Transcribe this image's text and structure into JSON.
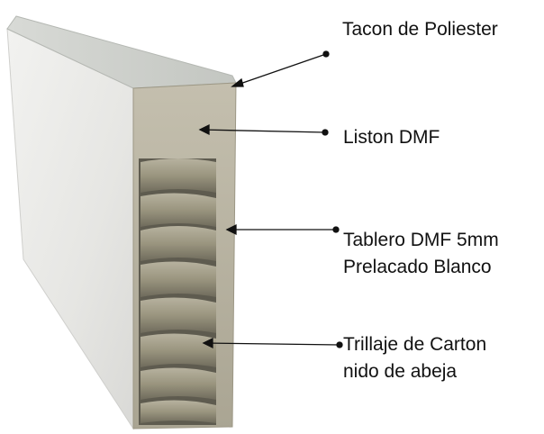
{
  "labels": {
    "tacon": {
      "lines": [
        "Tacon de Poliester"
      ]
    },
    "liston": {
      "lines": [
        "Liston DMF"
      ]
    },
    "tablero": {
      "lines": [
        "Tablero DMF 5mm",
        "Prelacado Blanco"
      ]
    },
    "trillaje": {
      "lines": [
        "Trillaje de Carton",
        "nido de abeja"
      ]
    }
  },
  "colors": {
    "panel_face": "#eeeeec",
    "panel_top": "#cfd1cd",
    "edge_frame": "#b9b4a3",
    "honeycomb": "#8e8a78",
    "line": "#111111"
  }
}
